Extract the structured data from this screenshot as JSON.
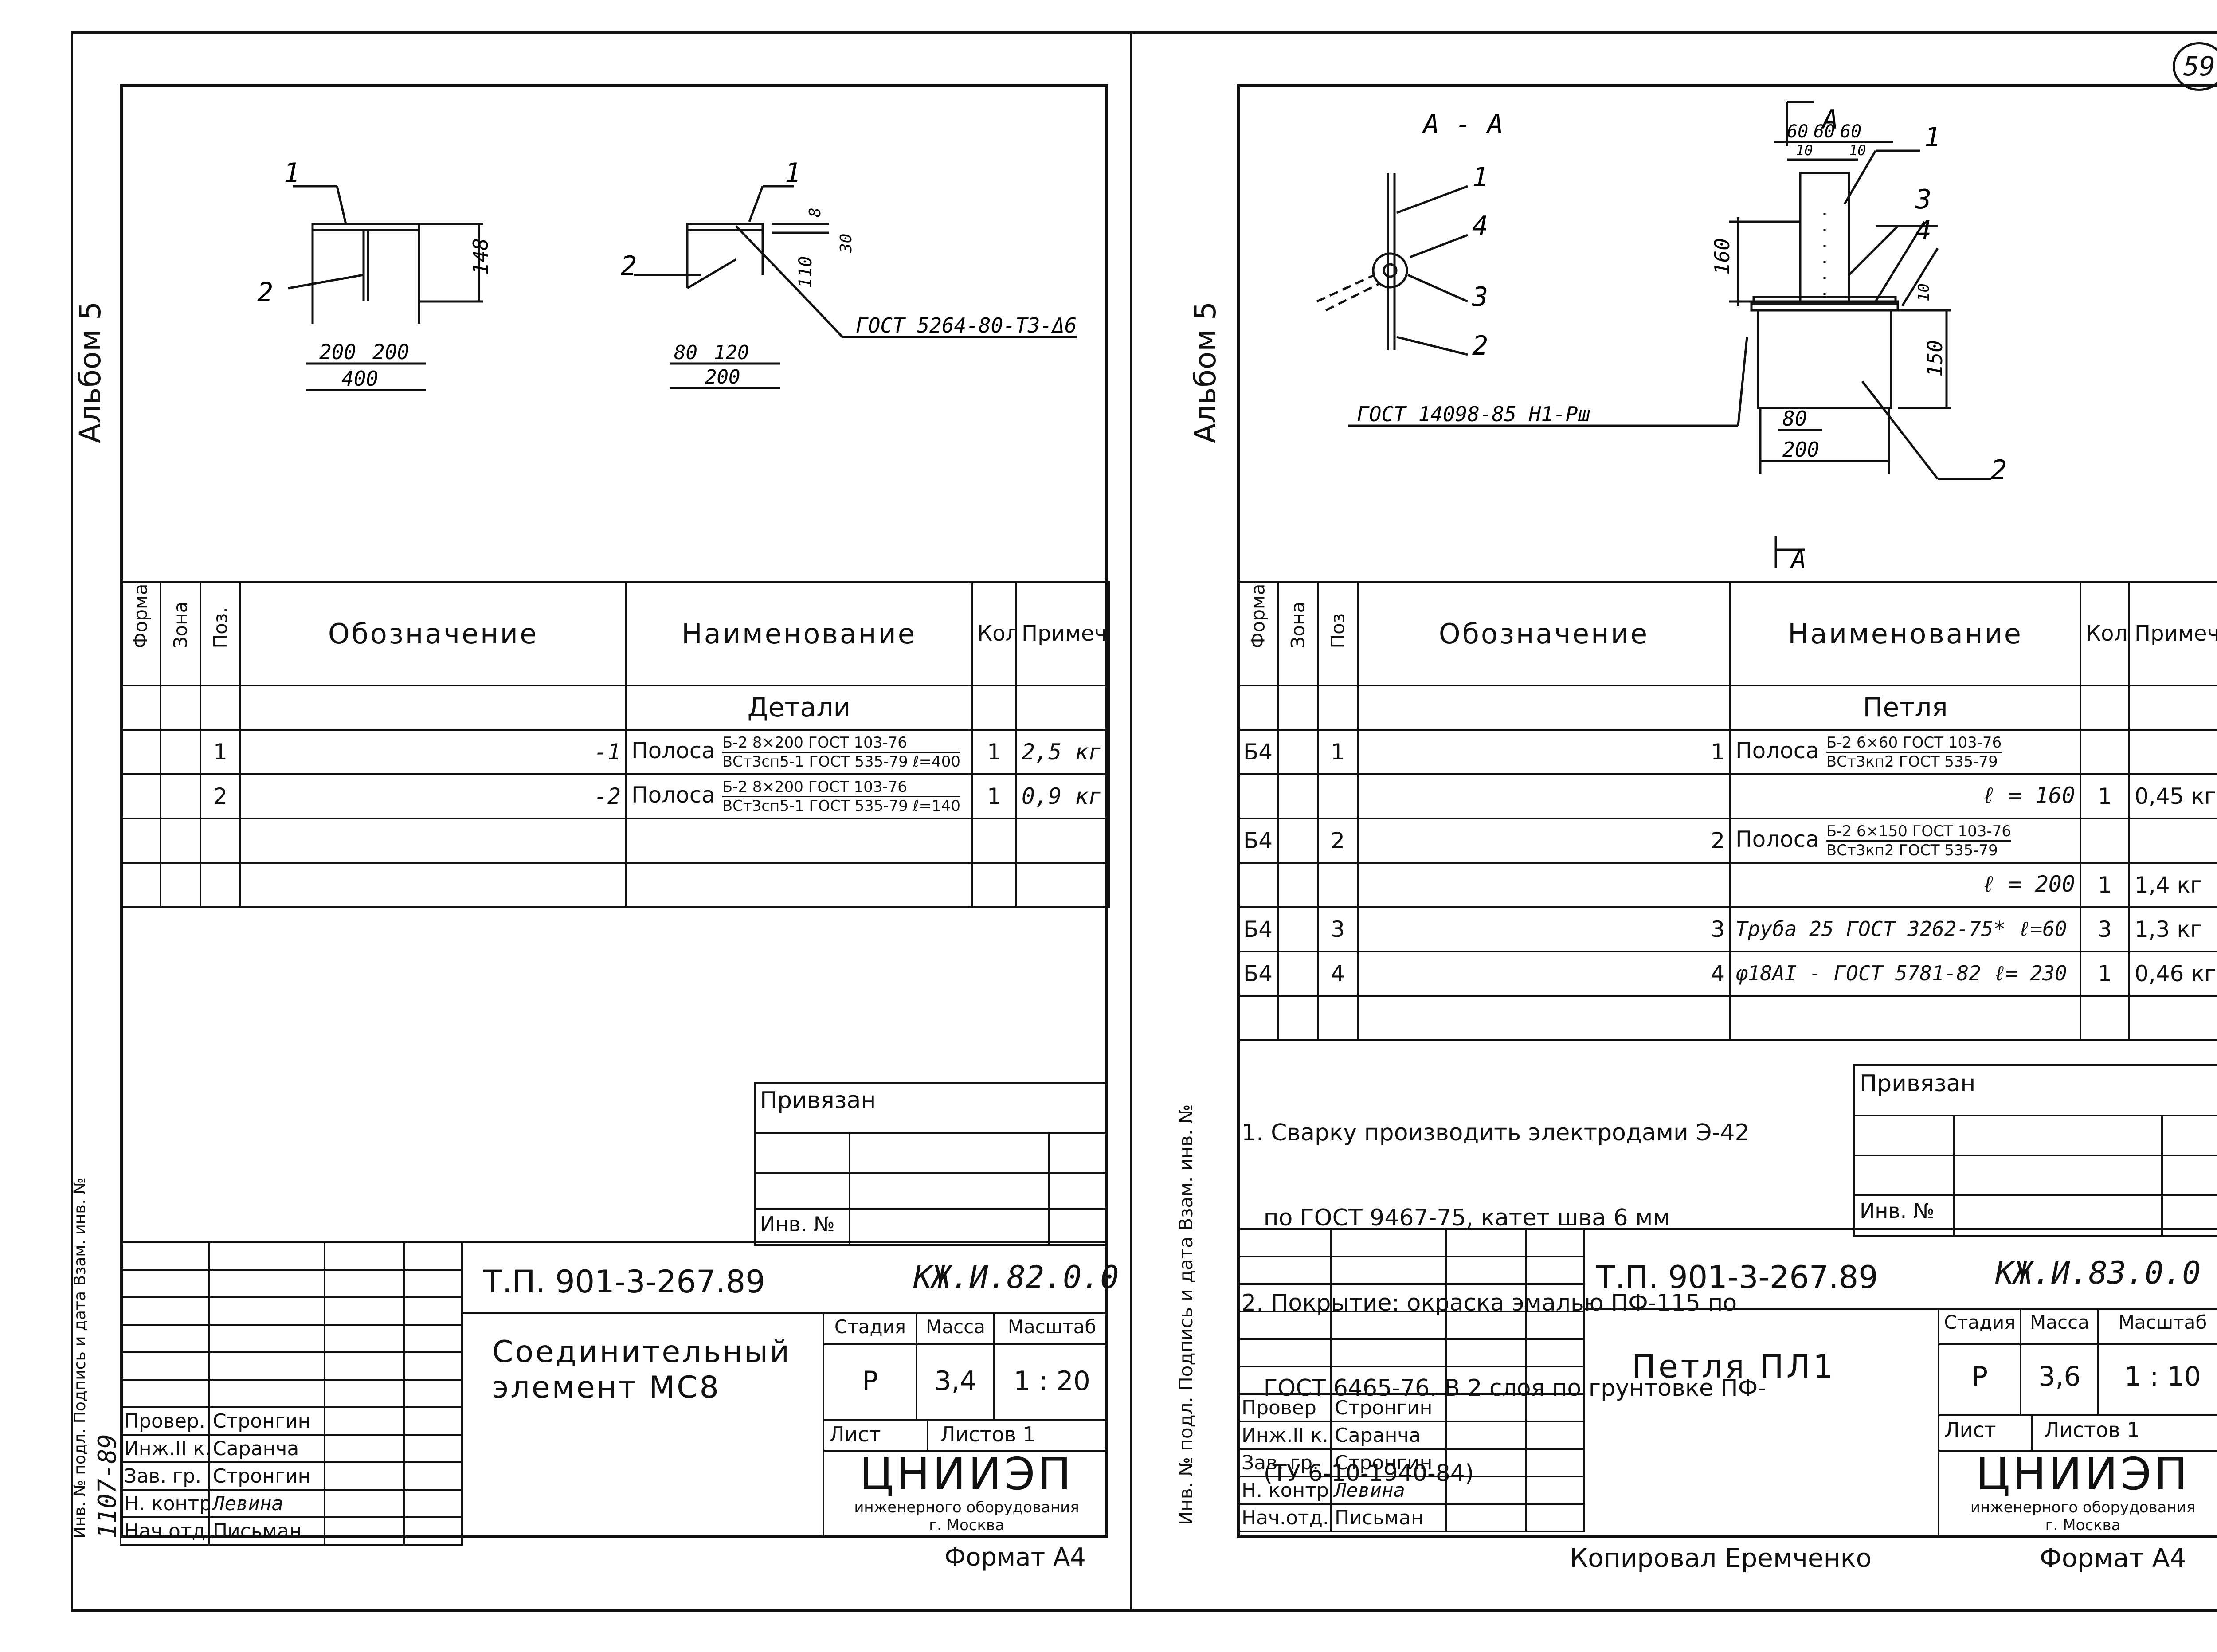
{
  "page_number": "59",
  "copied_by": "Копировал Еремченко",
  "left": {
    "album": "Альбом 5",
    "side_label": "Инв. № подл.  Подпись и дата  Взам. инв. №",
    "side_number": "1107-89",
    "header": [
      "Формат",
      "Зона",
      "Поз.",
      "Обозначение",
      "Наименование",
      "Кол",
      "Примеч"
    ],
    "section": "Детали",
    "rows": [
      {
        "pos": "1",
        "designation": "-1",
        "name": "Полоса",
        "top": "Б-2 8×200 ГОСТ 103-76",
        "bottom": "ВСт3сп5-1 ГОСТ 535-79 ℓ=400",
        "qty": "1",
        "note": "2,5 кг"
      },
      {
        "pos": "2",
        "designation": "-2",
        "name": "Полоса",
        "top": "Б-2 8×200 ГОСТ 103-76",
        "bottom": "ВСт3сп5-1 ГОСТ 535-79 ℓ=140",
        "qty": "1",
        "note": "0,9 кг"
      }
    ],
    "drawing": {
      "d1": "148",
      "d2": "200",
      "d3": "200",
      "d4": "400",
      "d5": "8",
      "d6": "30",
      "d7": "110",
      "d8": "80",
      "d9": "120",
      "d10": "200",
      "weld": "ГОСТ 5264-80-Т3-Δ6",
      "p1": "1",
      "p2": "2"
    },
    "privyazan": "Привязан",
    "inv": "Инв. №",
    "code": "Т.П. 901-3-267.89",
    "sheet_code": "КЖ.И.82.0.0",
    "title": [
      "Соединительный",
      "элемент  МС8"
    ],
    "stage_h": "Стадия",
    "mass_h": "Масса",
    "scale_h": "Масштаб",
    "stage": "Р",
    "mass": "3,4",
    "scale": "1 : 20",
    "list": "Лист",
    "listov": "Листов 1",
    "org": "ЦНИИЭП",
    "org_sub": "инженерного оборудования",
    "city": "г. Москва",
    "staff": [
      [
        "Провер.",
        "Стронгин"
      ],
      [
        "Инж.II к.",
        "Саранча"
      ],
      [
        "Зав. гр.",
        "Стронгин"
      ],
      [
        "Н. контр.",
        "Левина"
      ],
      [
        "Нач.отд.",
        "Письман"
      ]
    ],
    "format": "Формат А4"
  },
  "right": {
    "album": "Альбом 5",
    "side_label": "Инв. № подл.  Подпись и дата  Взам. инв. №",
    "header": [
      "Формат",
      "Зона",
      "Поз",
      "Обозначение",
      "Наименование",
      "Кол",
      "Примеч."
    ],
    "section": "Петля",
    "rows": [
      {
        "fmt": "Б4",
        "pos": "1",
        "designation": "1",
        "name": "Полоса",
        "top": "Б-2 6×60 ГОСТ 103-76",
        "bottom": "ВСт3кп2 ГОСТ 535-79",
        "qty": "",
        "note": ""
      },
      {
        "fmt": "",
        "pos": "",
        "designation": "",
        "name": "",
        "top": "",
        "bottom": "",
        "plain": "ℓ = 160",
        "qty": "1",
        "note": "0,45 кг"
      },
      {
        "fmt": "Б4",
        "pos": "2",
        "designation": "2",
        "name": "Полоса",
        "top": "Б-2 6×150 ГОСТ 103-76",
        "bottom": "ВСт3кп2 ГОСТ 535-79",
        "qty": "",
        "note": ""
      },
      {
        "fmt": "",
        "pos": "",
        "designation": "",
        "name": "",
        "top": "",
        "bottom": "",
        "plain": "ℓ = 200",
        "qty": "1",
        "note": "1,4 кг"
      },
      {
        "fmt": "Б4",
        "pos": "3",
        "designation": "3",
        "name": "",
        "top": "",
        "bottom": "",
        "plain": "Труба 25 ГОСТ 3262-75* ℓ=60",
        "qty": "3",
        "note": "1,3 кг"
      },
      {
        "fmt": "Б4",
        "pos": "4",
        "designation": "4",
        "name": "",
        "top": "",
        "bottom": "",
        "plain": "φ18АI - ГОСТ 5781-82  ℓ= 230",
        "qty": "1",
        "note": "0,46 кг"
      }
    ],
    "section_label": "А - А",
    "cut_a": "А",
    "drawing": {
      "d60a": "60",
      "d60b": "60",
      "d60c": "60",
      "d10a": "10",
      "d10b": "10",
      "d160": "160",
      "d10c": "10",
      "d150": "150",
      "d80": "80",
      "d200": "200",
      "gost": "ГОСТ 14098-85  Н1-Рш",
      "p1": "1",
      "p2": "2",
      "p3": "3",
      "p4": "4"
    },
    "notes": [
      "1. Сварку производить электродами Э-42",
      "   по ГОСТ 9467-75, катет шва 6 мм",
      "2. Покрытие: окраска эмалью ПФ-115 по",
      "   ГОСТ 6465-76. В 2 слоя по грунтовке ПФ-",
      "   (ТУ 6-10-1940-84)"
    ],
    "privyazan": "Привязан",
    "inv": "Инв. №",
    "code": "Т.П. 901-3-267.89",
    "sheet_code": "КЖ.И.83.0.0",
    "title": [
      "Петля  ПЛ1"
    ],
    "stage_h": "Стадия",
    "mass_h": "Масса",
    "scale_h": "Масштаб",
    "stage": "Р",
    "mass": "3,6",
    "scale": "1 : 10",
    "list": "Лист",
    "listov": "Листов 1",
    "org": "ЦНИИЭП",
    "org_sub": "инженерного оборудования",
    "city": "г. Москва",
    "staff": [
      [
        "Провер",
        "Стронгин"
      ],
      [
        "Инж.II к.",
        "Саранча"
      ],
      [
        "Зав. гр.",
        "Стронгин"
      ],
      [
        "Н. контр.",
        "Левина"
      ],
      [
        "Нач.отд.",
        "Письман"
      ]
    ],
    "format": "Формат А4"
  }
}
